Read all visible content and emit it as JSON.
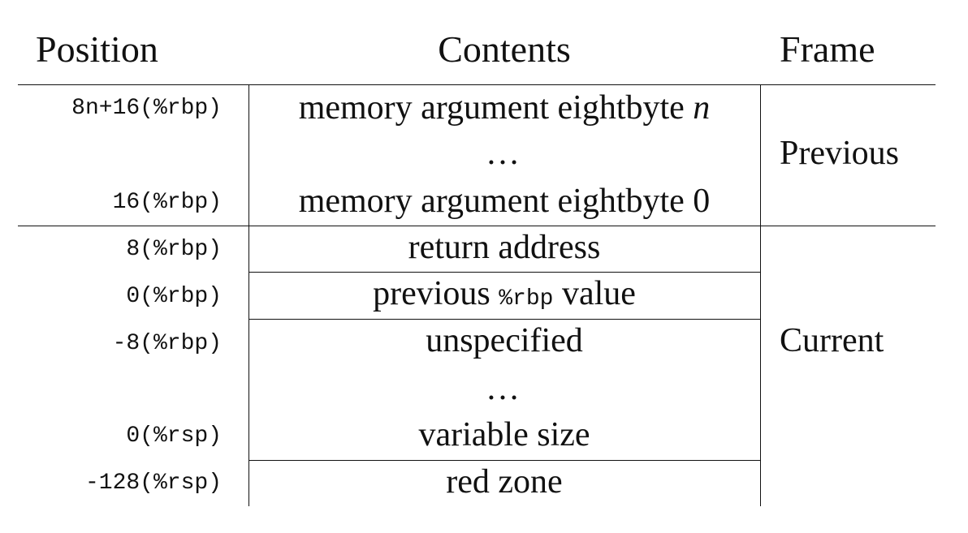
{
  "headers": {
    "position": "Position",
    "contents": "Contents",
    "frame": "Frame"
  },
  "rows": [
    {
      "position": "8n+16(%rbp)",
      "contents": "memory argument eightbyte ",
      "contents_var": "n"
    },
    {
      "position": "",
      "contents": "…"
    },
    {
      "position": "16(%rbp)",
      "contents": "memory argument eightbyte 0"
    },
    {
      "position": "8(%rbp)",
      "contents": "return address"
    },
    {
      "position": "0(%rbp)",
      "contents_pre": "previous ",
      "contents_code": "%rbp",
      "contents_post": " value"
    },
    {
      "position": "-8(%rbp)",
      "contents": "unspecified"
    },
    {
      "position": "",
      "contents": "…"
    },
    {
      "position": "0(%rsp)",
      "contents": "variable size"
    },
    {
      "position": "-128(%rsp)",
      "contents": "red zone"
    }
  ],
  "frames": {
    "previous": "Previous",
    "current": "Current"
  }
}
